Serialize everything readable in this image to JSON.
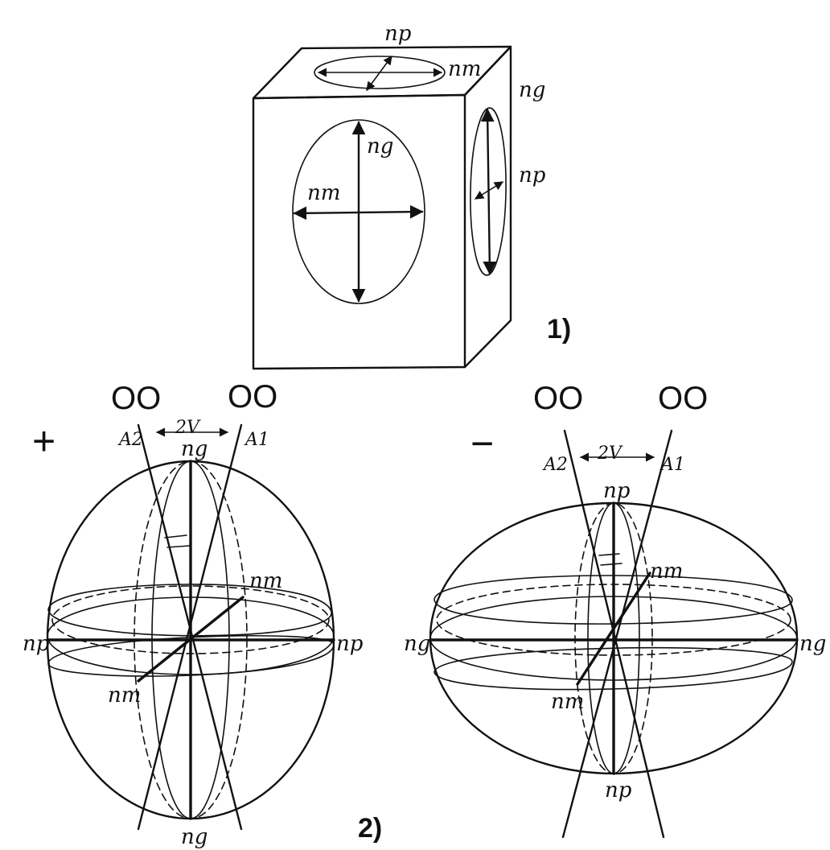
{
  "block": {
    "label_top": "np",
    "label_top_right": "nm",
    "label_side_upper": "ng",
    "label_side_lower": "np",
    "label_front_vertical": "ng",
    "label_front_horizontal": "nm",
    "figure_number": "1)"
  },
  "positive": {
    "sign": "+",
    "axis_left_label": "OO",
    "axis_right_label": "OO",
    "axis_a2": "A2",
    "axis_a1": "A1",
    "angle": "2V",
    "top": "ng",
    "bottom": "ng",
    "left": "np",
    "right": "np",
    "diag_upper": "nm",
    "diag_lower": "nm"
  },
  "negative": {
    "sign": "−",
    "axis_left_label": "OO",
    "axis_right_label": "OO",
    "axis_a2": "A2",
    "axis_a1": "A1",
    "angle": "2V",
    "top": "np",
    "bottom": "np",
    "left": "ng",
    "right": "ng",
    "diag_upper": "nm",
    "diag_lower": "nm"
  },
  "figure_number_2": "2)"
}
